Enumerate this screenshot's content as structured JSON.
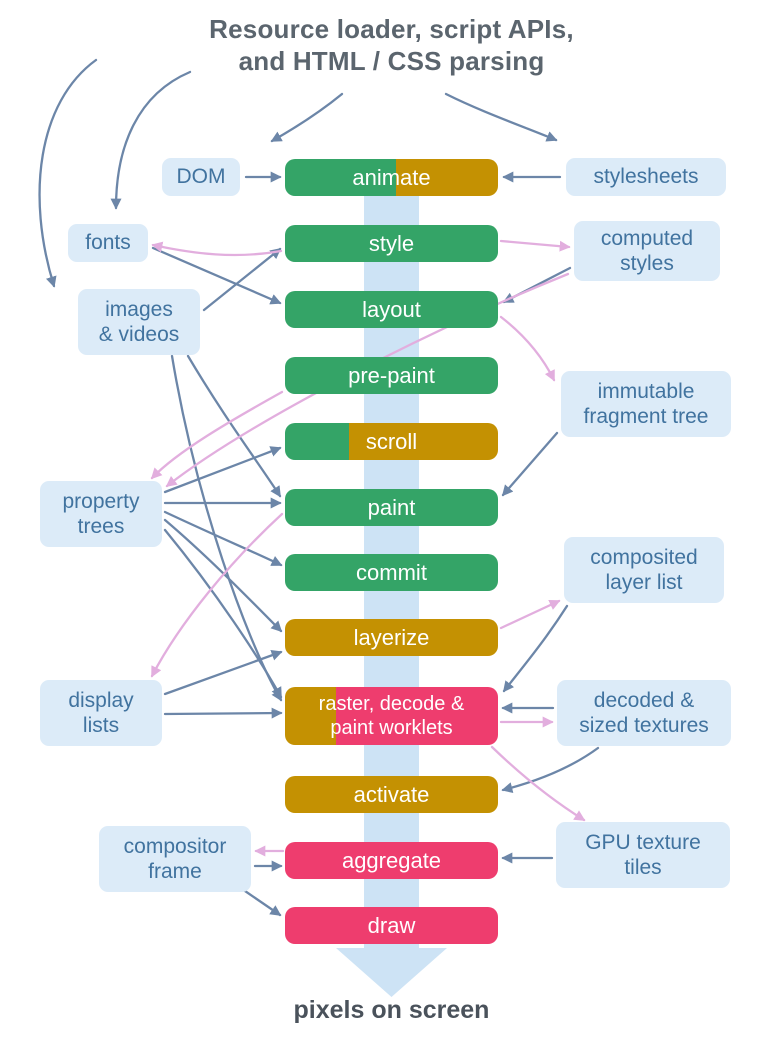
{
  "title": "Resource loader, script APIs,\nand HTML / CSS parsing",
  "footer": "pixels on screen",
  "colors": {
    "green": "#34a467",
    "gold": "#c49102",
    "pink": "#ee3d6e",
    "box_bg": "#dcebf8",
    "box_text": "#41739f",
    "arrow_slate": "#6c86a8",
    "arrow_pink": "#e2aede",
    "big_arrow": "#cde3f5",
    "title_text": "#5b656e",
    "footer_text": "#4a525b"
  },
  "pipeline": [
    {
      "label": "animate",
      "colors": [
        "green",
        "gold"
      ],
      "split": 52
    },
    {
      "label": "style",
      "colors": [
        "green"
      ]
    },
    {
      "label": "layout",
      "colors": [
        "green"
      ]
    },
    {
      "label": "pre-paint",
      "colors": [
        "green"
      ]
    },
    {
      "label": "scroll",
      "colors": [
        "green",
        "gold"
      ],
      "split": 30
    },
    {
      "label": "paint",
      "colors": [
        "green"
      ]
    },
    {
      "label": "commit",
      "colors": [
        "green"
      ]
    },
    {
      "label": "layerize",
      "colors": [
        "gold"
      ]
    },
    {
      "label": "raster, decode &\npaint worklets",
      "colors": [
        "gold",
        "pink"
      ],
      "split": 24
    },
    {
      "label": "activate",
      "colors": [
        "gold"
      ]
    },
    {
      "label": "aggregate",
      "colors": [
        "pink"
      ]
    },
    {
      "label": "draw",
      "colors": [
        "pink"
      ]
    }
  ],
  "boxes": [
    {
      "label": "DOM"
    },
    {
      "label": "stylesheets"
    },
    {
      "label": "fonts"
    },
    {
      "label": "computed\nstyles"
    },
    {
      "label": "images\n& videos"
    },
    {
      "label": "immutable\nfragment tree"
    },
    {
      "label": "property\ntrees"
    },
    {
      "label": "composited\nlayer list"
    },
    {
      "label": "display\nlists"
    },
    {
      "label": "decoded &\nsized textures"
    },
    {
      "label": "compositor\nframe"
    },
    {
      "label": "GPU texture\ntiles"
    }
  ]
}
